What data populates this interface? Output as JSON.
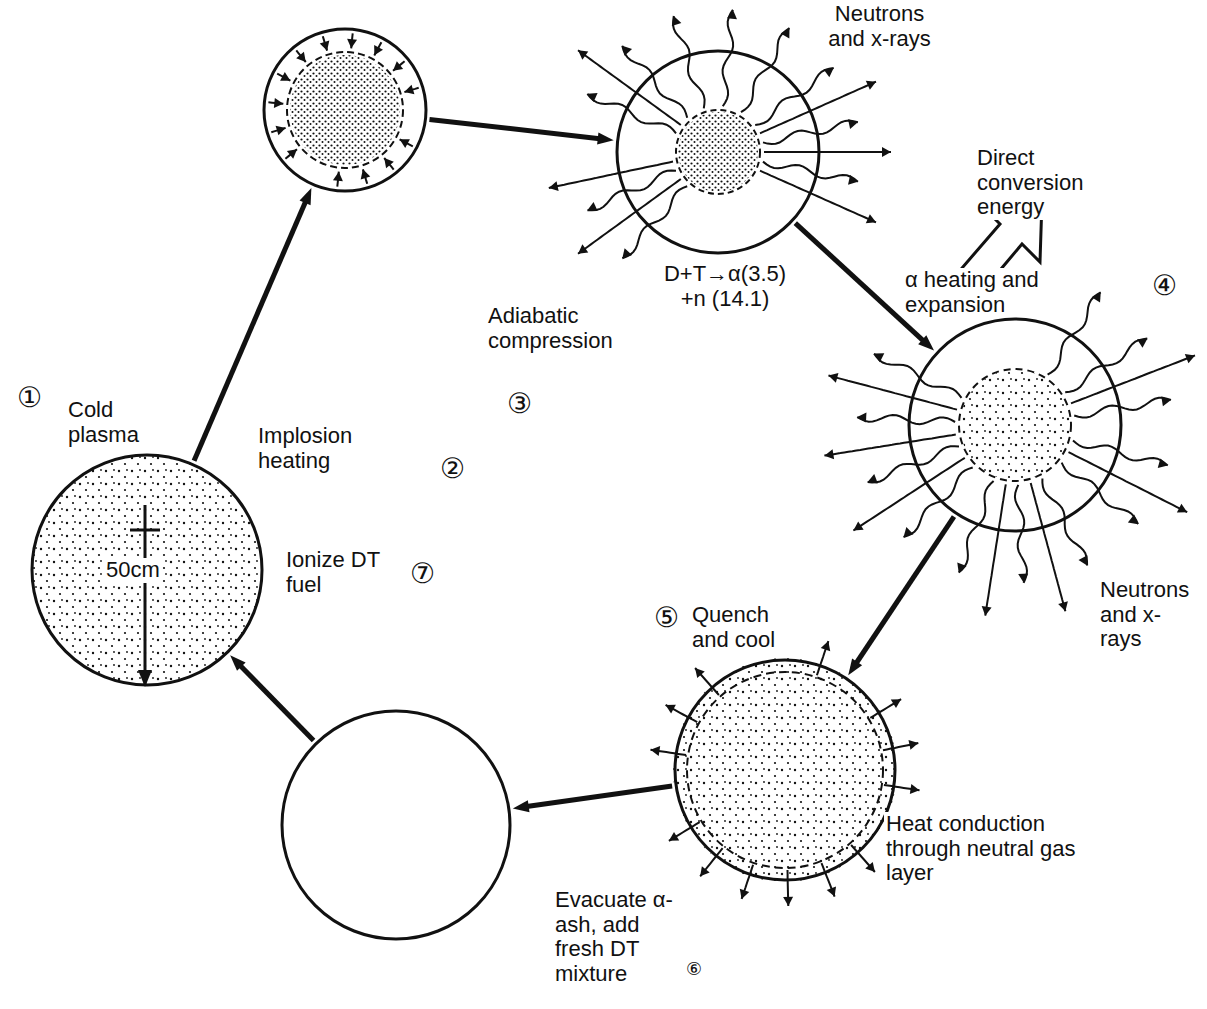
{
  "diagram": {
    "nodes": [
      {
        "text": [
          "Cold plasma",
          "50cm"
        ]
      },
      {
        "text": []
      },
      {
        "text": [
          "Neutrons and x-rays",
          "D+T→α(3.5) +n (14.1)"
        ]
      },
      {
        "text": [
          "Neutrons and x-rays"
        ]
      },
      {
        "text": [
          "Heat conduction through neutral gas layer"
        ]
      },
      {
        "text": []
      }
    ],
    "edges": [
      {
        "from": 0,
        "to": 1,
        "arrow": "to",
        "label": "Implosion heating"
      },
      {
        "from": 1,
        "to": 2,
        "arrow": "to",
        "label": "Adiabatic compression"
      },
      {
        "from": 2,
        "to": 3,
        "arrow": "to",
        "label": "α heating and expansion"
      },
      {
        "from": 3,
        "to": 4,
        "arrow": "to",
        "label": "Quench and cool"
      },
      {
        "from": 4,
        "to": 5,
        "arrow": "to",
        "label": "Evacuate α-ash, add fresh DT mixture"
      },
      {
        "from": 5,
        "to": 0,
        "arrow": "to",
        "label": "Ionize DT fuel"
      }
    ],
    "labels": [
      "①",
      "②",
      "③",
      "④",
      "⑤",
      "⑥",
      "⑦",
      "Direct conversion energy"
    ]
  }
}
